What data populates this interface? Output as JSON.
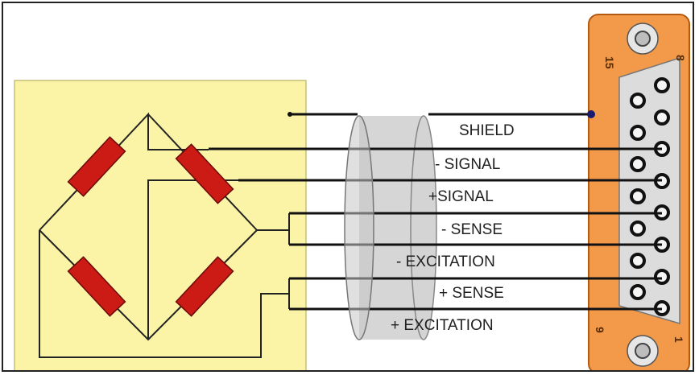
{
  "signals": [
    {
      "id": "shield",
      "label": "SHIELD"
    },
    {
      "id": "neg-signal",
      "label": "- SIGNAL"
    },
    {
      "id": "pos-signal",
      "label": "+SIGNAL"
    },
    {
      "id": "neg-sense",
      "label": "- SENSE"
    },
    {
      "id": "neg-excitation",
      "label": "- EXCITATION"
    },
    {
      "id": "pos-sense",
      "label": "+ SENSE"
    },
    {
      "id": "pos-excitation",
      "label": "+ EXCITATION"
    }
  ],
  "connector": {
    "pin_labels": {
      "top_left": "15",
      "top_right": "8",
      "bottom_left": "9",
      "bottom_right": "1"
    }
  },
  "colors": {
    "board": "#fbf3a6",
    "resistor": "#cc1a14",
    "connector_body": "#f29a4a",
    "shield_dot": "#1a1a6e",
    "wire": "#111111"
  }
}
